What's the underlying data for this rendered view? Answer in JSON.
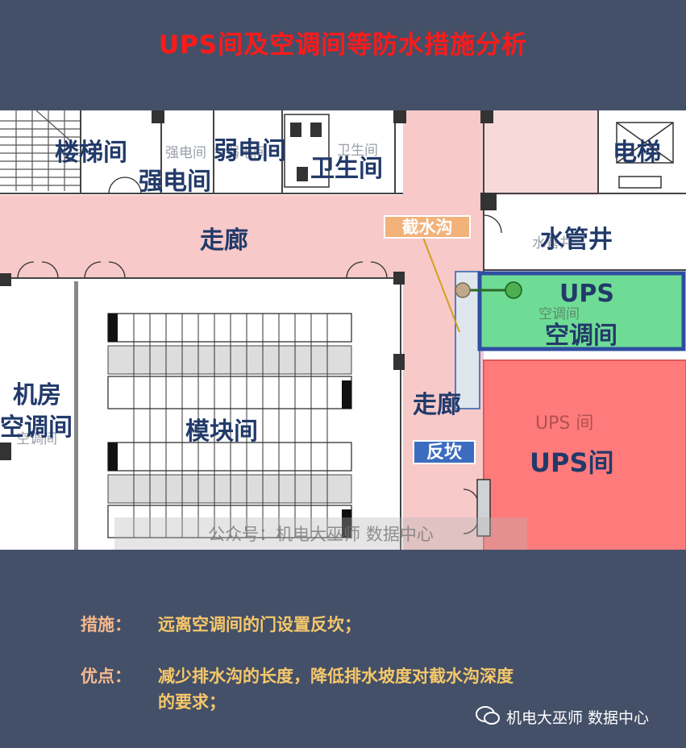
{
  "title": "UPS间及空调间等防水措施分析",
  "rooms": {
    "stair": "楼梯间",
    "strong_elec": "强电间",
    "weak_elec": "弱电间",
    "toilet": "卫生间",
    "elevator": "电梯",
    "corridor_top": "走廊",
    "water_shaft": "水管井",
    "ups_ac_line1": "UPS",
    "ups_ac_line2": "空调间",
    "machine_ac_line1": "机房",
    "machine_ac_line2": "空调间",
    "module": "模块间",
    "corridor_right": "走廊",
    "ups_room": "UPS间"
  },
  "ghost_text": {
    "strong_elec": "强电间",
    "weak_elec": "弱电间",
    "toilet": "卫生间",
    "water_shaft": "水管井",
    "ups_ac": "空调间",
    "ups_room": "UPS 间",
    "machine_ac": "空调间"
  },
  "callouts": {
    "intercept": "截水沟",
    "curb": "反坎"
  },
  "watermark": "公众号：机电大巫师 数据中心",
  "measure": {
    "label": "措施：",
    "text": "远离空调间的门设置反坎；"
  },
  "advantage": {
    "label": "优点：",
    "line1": "减少排水沟的长度，降低排水坡度对截水沟深度",
    "line2": "的要求；"
  },
  "brand": "机电大巫师 数据中心",
  "colors": {
    "title": "#ff1a1a",
    "background": "#445068",
    "corridor": "#f7c9c9",
    "ups_room": "#ff7b7b",
    "ups_ac": "#6fdc95",
    "ups_ac_border": "#2e4ea0",
    "callout_orange": "#f2b27a",
    "callout_blue": "#3c6cc0",
    "bottom_label": "#f6b98c",
    "bottom_text": "#f6c86a"
  }
}
